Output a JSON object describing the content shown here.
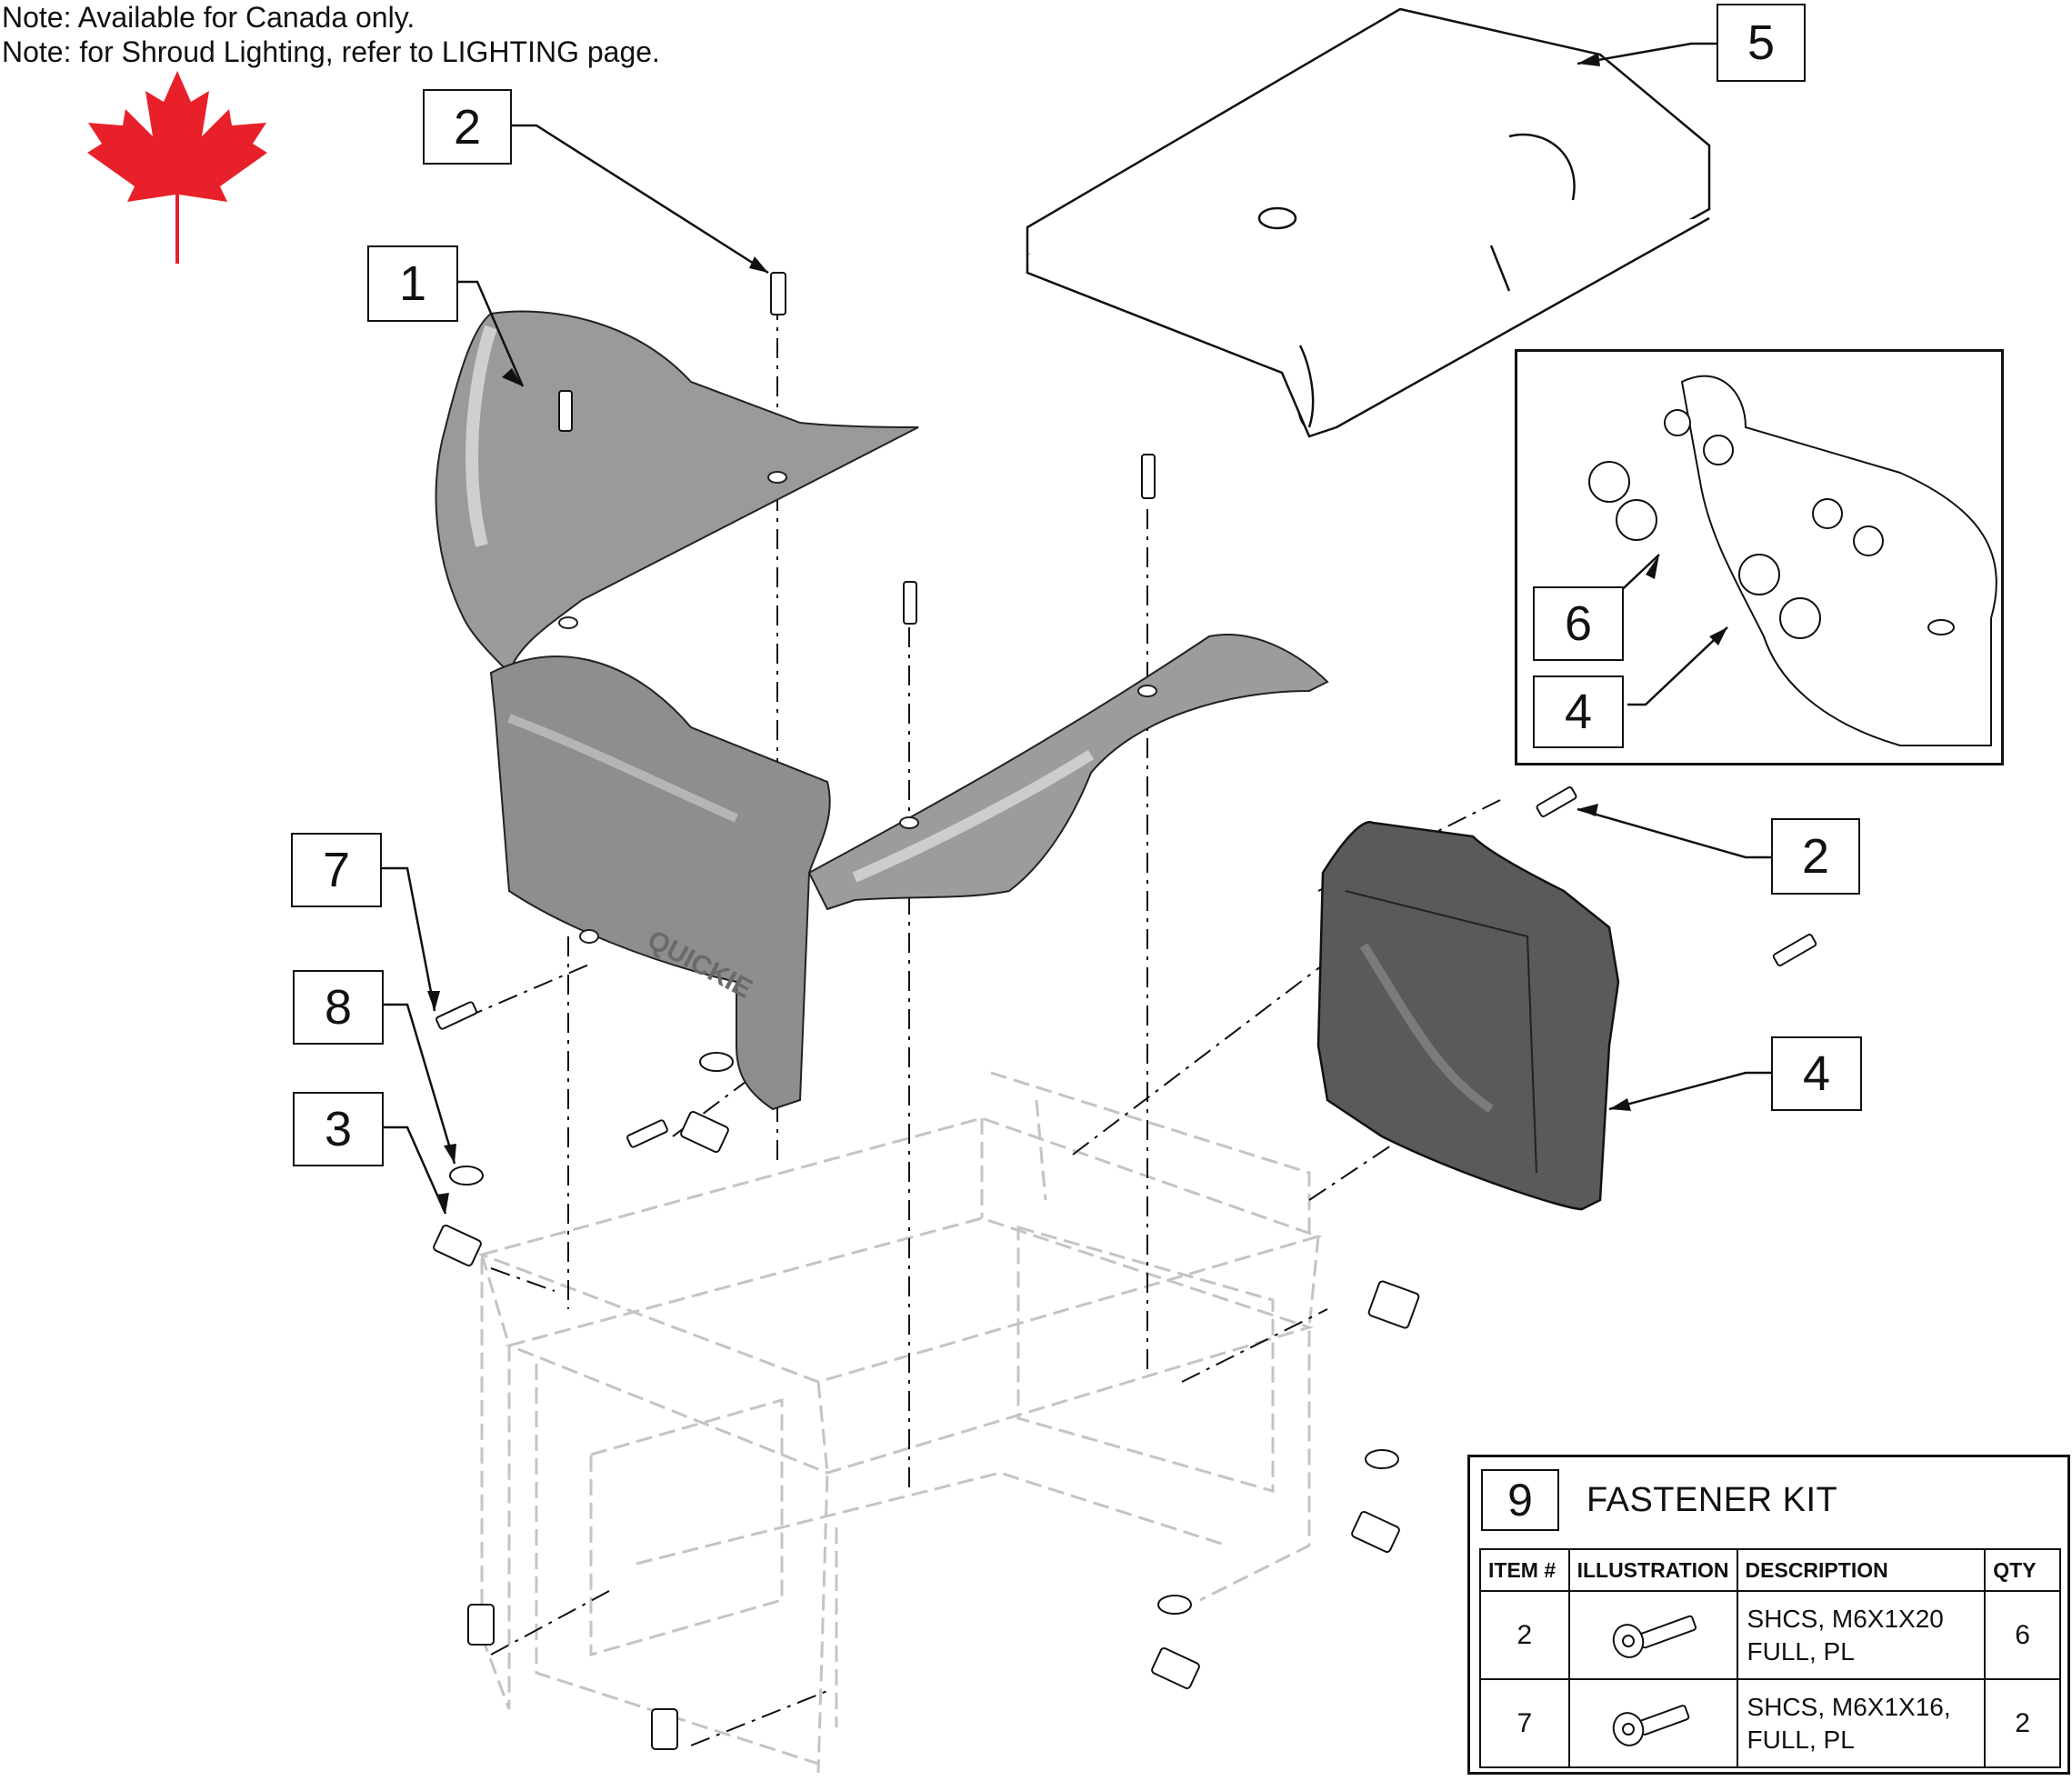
{
  "notes": {
    "availability": "Note: Available for Canada only.",
    "lighting": "Note: for Shroud Lighting, refer to LIGHTING page."
  },
  "flag_icon": "maple-leaf-icon",
  "colors": {
    "maple_leaf": "#e8202a",
    "line": "#111111",
    "part_gray": "#8c8c8c",
    "part_dark": "#4a4a4a",
    "frame_ghost": "#c8c8c8"
  },
  "callouts": {
    "c1": "1",
    "c2_top": "2",
    "c2_right": "2",
    "c3": "3",
    "c4_inset": "4",
    "c4_right": "4",
    "c5": "5",
    "c6": "6",
    "c7": "7",
    "c8": "8"
  },
  "part_labels": {
    "shroud_logo": "QUICKIE"
  },
  "fastener_kit": {
    "number": "9",
    "title": "FASTENER KIT",
    "headers": [
      "ITEM #",
      "ILLUSTRATION",
      "DESCRIPTION",
      "QTY"
    ],
    "rows": [
      {
        "item": "2",
        "description_line1": "SHCS, M6X1X20",
        "description_line2": "FULL, PL",
        "qty": "6",
        "illustration": "socket-head-screw-icon"
      },
      {
        "item": "7",
        "description_line1": "SHCS, M6X1X16,",
        "description_line2": "FULL, PL",
        "qty": "2",
        "illustration": "socket-head-screw-icon"
      }
    ]
  }
}
